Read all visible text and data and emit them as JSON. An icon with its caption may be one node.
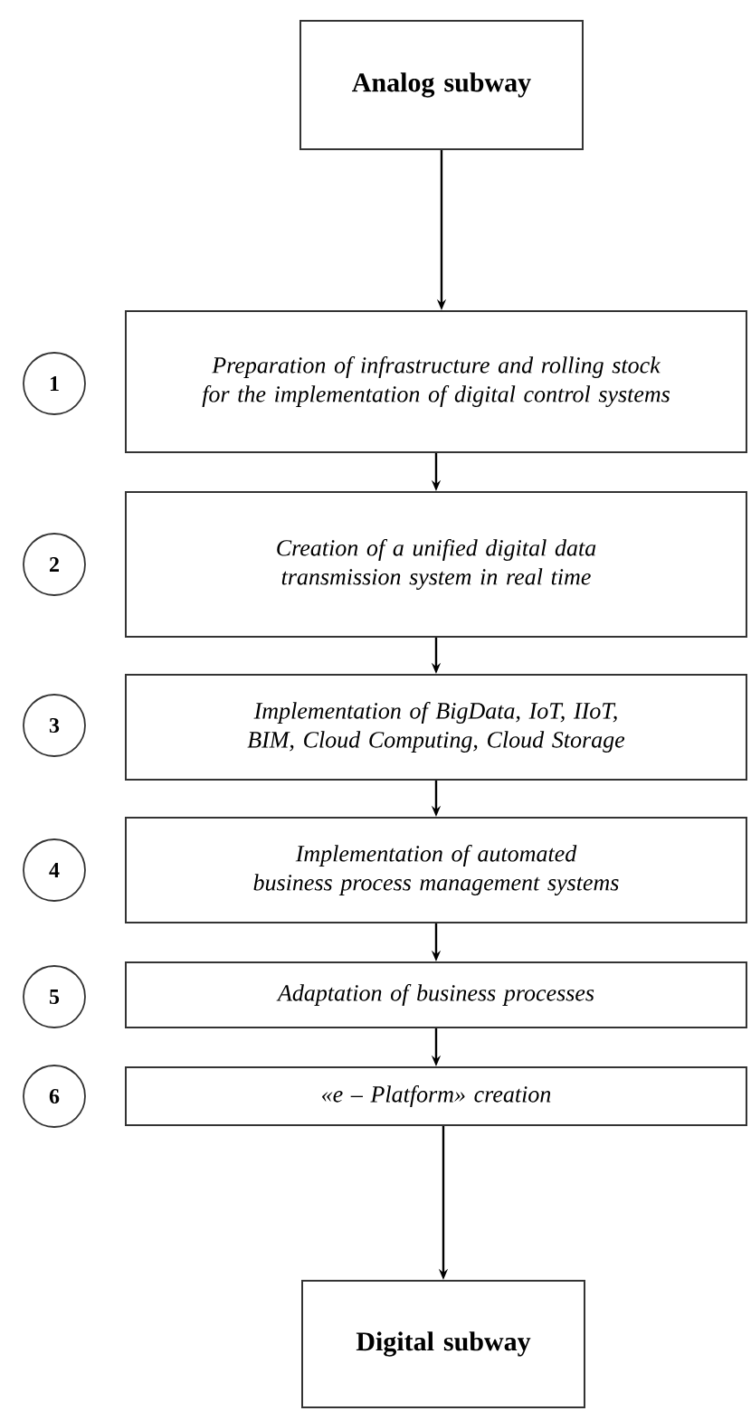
{
  "diagram": {
    "nodes": [
      {
        "text": [
          "Analog subway"
        ]
      },
      {
        "text": [
          "1"
        ]
      },
      {
        "text": [
          "Preparation of infrastructure and rolling stock for the implementation of digital control systems"
        ]
      },
      {
        "text": [
          "2"
        ]
      },
      {
        "text": [
          "Creation of a unified digital data transmission system in real time"
        ]
      },
      {
        "text": [
          "3"
        ]
      },
      {
        "text": [
          "Implementation of BigData, IoT, IIoT, BIM, Cloud Computing, Cloud Storage"
        ]
      },
      {
        "text": [
          "4"
        ]
      },
      {
        "text": [
          "Implementation of automated business process management systems"
        ]
      },
      {
        "text": [
          "5"
        ]
      },
      {
        "text": [
          "Adaptation of business processes"
        ]
      },
      {
        "text": [
          "6"
        ]
      },
      {
        "text": [
          "«e – Platform» creation"
        ]
      },
      {
        "text": [
          "Digital subway"
        ]
      }
    ],
    "edges": [
      {
        "from": 0,
        "to": 2,
        "arrow": "to"
      },
      {
        "from": 2,
        "to": 4,
        "arrow": "to"
      },
      {
        "from": 4,
        "to": 6,
        "arrow": "to"
      },
      {
        "from": 6,
        "to": 8,
        "arrow": "to"
      },
      {
        "from": 8,
        "to": 10,
        "arrow": "to"
      },
      {
        "from": 10,
        "to": 12,
        "arrow": "to"
      },
      {
        "from": 12,
        "to": 13,
        "arrow": "to"
      }
    ]
  }
}
